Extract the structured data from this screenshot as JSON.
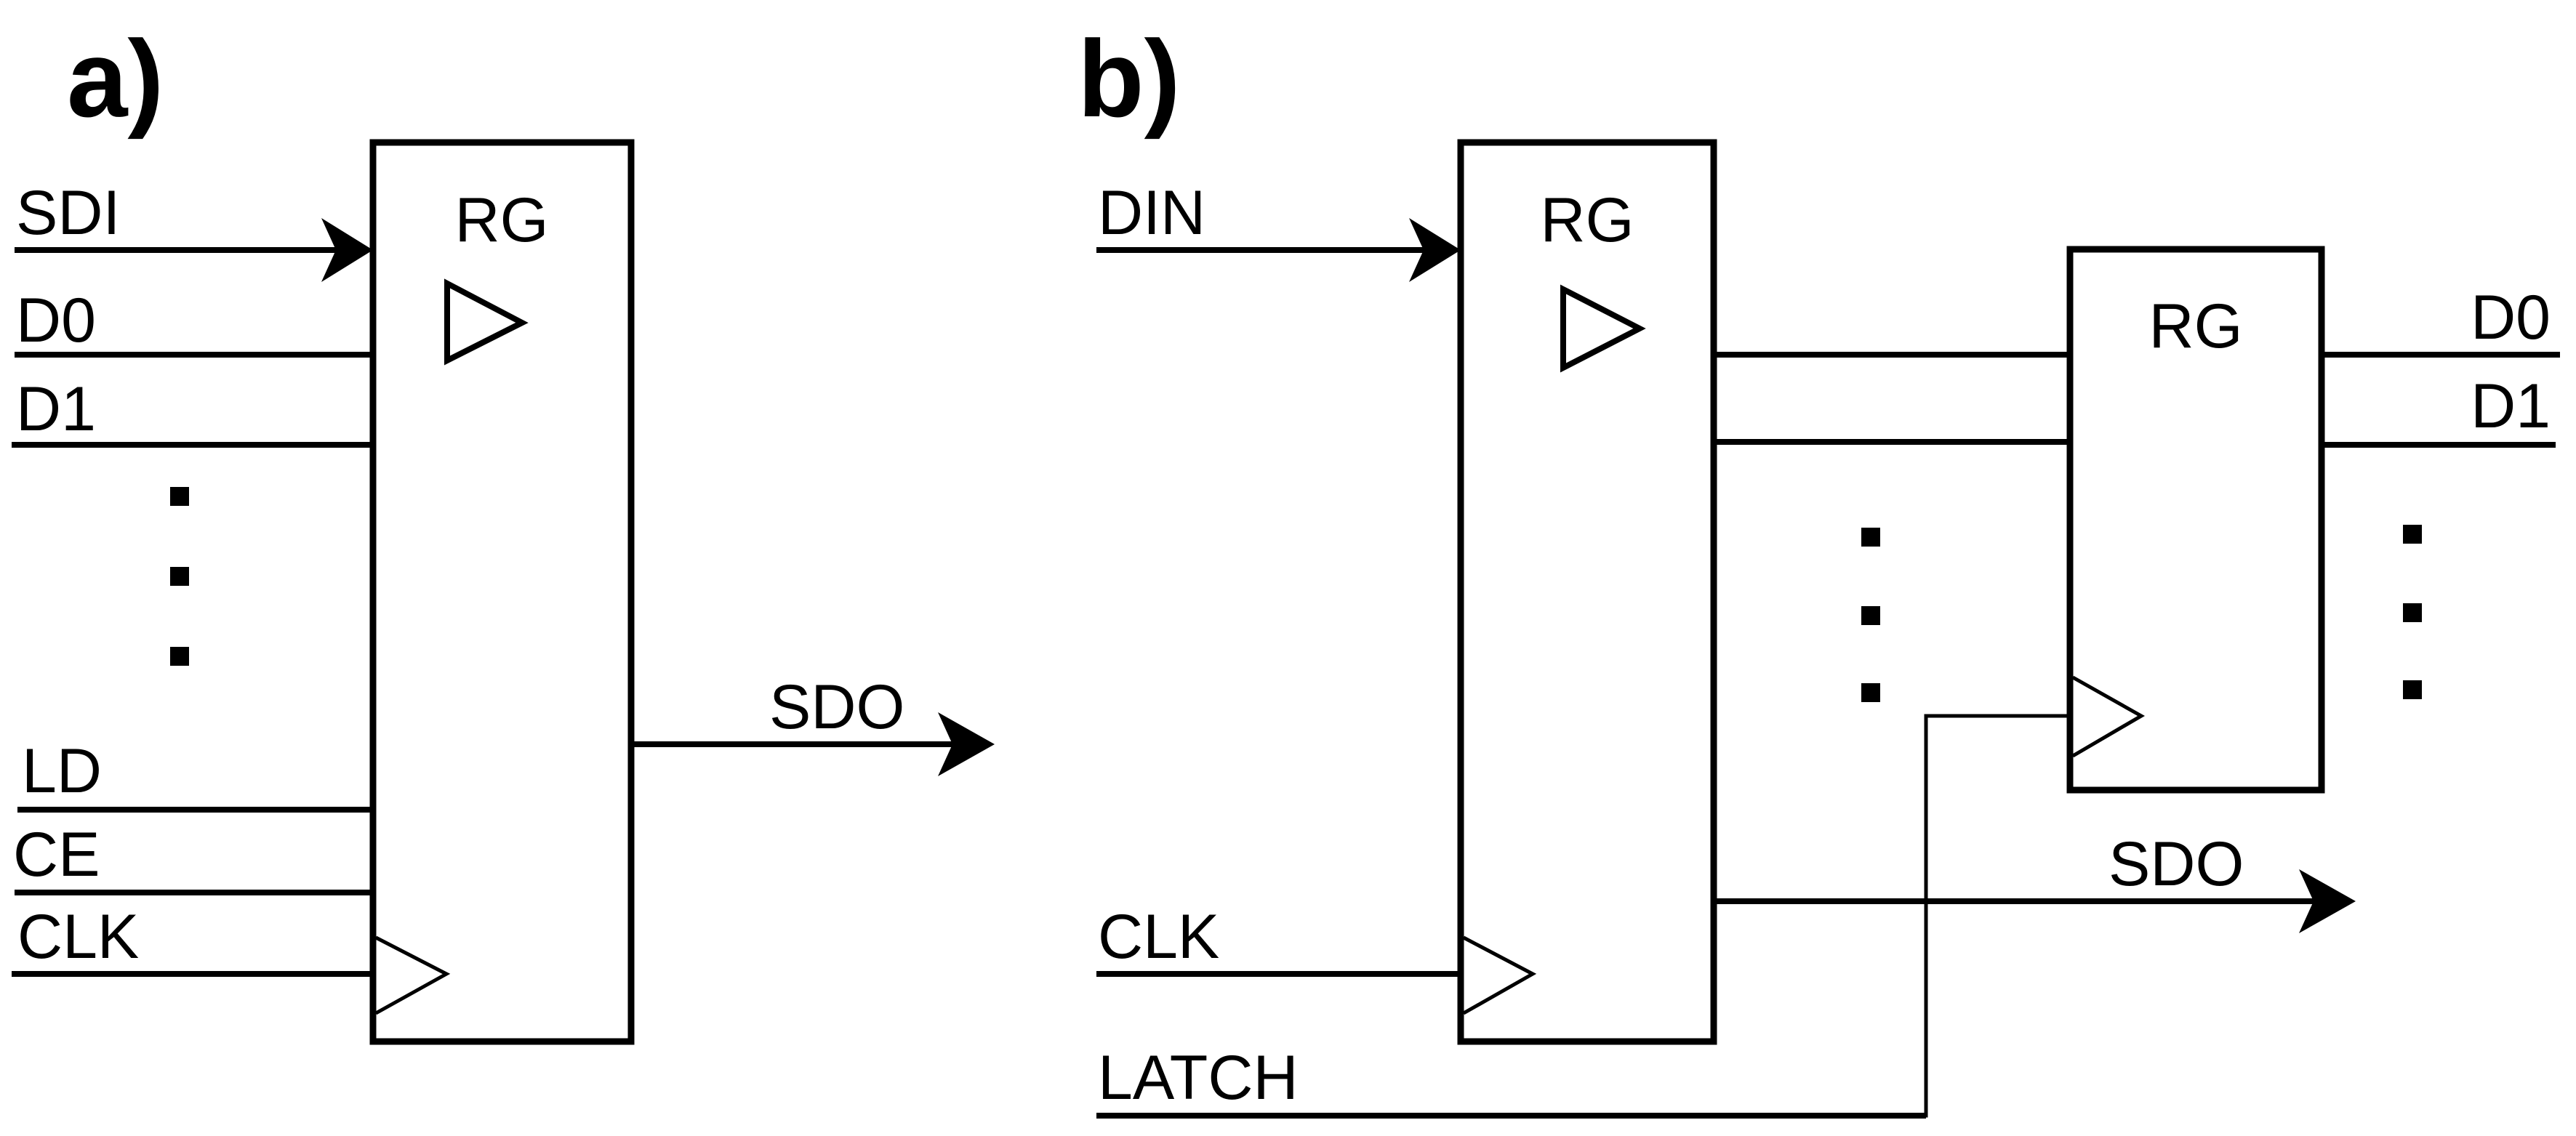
{
  "figure": {
    "panels": [
      {
        "id": "a",
        "label": "a)",
        "register_label": "RG",
        "inputs": [
          "SDI",
          "D0",
          "D1",
          "LD",
          "CE",
          "CLK"
        ],
        "serial_input": "SDI",
        "clock_input": "CLK",
        "output": "SDO",
        "ellipsis": "⋮"
      },
      {
        "id": "b",
        "label": "b)",
        "shift_register_label": "RG",
        "latch_register_label": "RG",
        "inputs": [
          "DIN",
          "CLK",
          "LATCH"
        ],
        "serial_input": "DIN",
        "clock_input": "CLK",
        "latch_input": "LATCH",
        "outputs": [
          "D0",
          "D1"
        ],
        "serial_output": "SDO"
      }
    ],
    "colors": {
      "stroke": "#000000",
      "background": "#ffffff"
    }
  }
}
